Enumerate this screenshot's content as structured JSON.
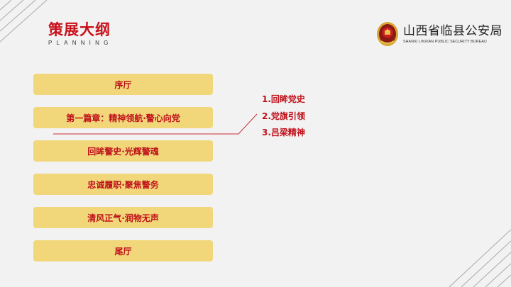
{
  "header": {
    "title_cn": "策展大纲",
    "title_en": "PLANNING"
  },
  "brand": {
    "name_cn": "山西省临县公安局",
    "name_en": "SHANXI LINXIAN PUBLIC SECURITY BUREAU",
    "emblem_icon": "police-emblem-icon"
  },
  "menu": {
    "items": [
      {
        "label": "序厅"
      },
      {
        "label": "第一篇章：精神领航·警心向党"
      },
      {
        "label": "回眸警史·光辉警魂"
      },
      {
        "label": "忠诚履职·聚焦警务"
      },
      {
        "label": "清风正气·润物无声"
      },
      {
        "label": "尾厅"
      }
    ]
  },
  "submenu": {
    "items": [
      {
        "label": "1.回眸党史"
      },
      {
        "label": "2.党旗引领"
      },
      {
        "label": "3.吕梁精神"
      }
    ]
  },
  "colors": {
    "accent_red": "#c0101a",
    "button_yellow": "#f1d77a",
    "background": "#f2f2f2",
    "connector_line": "#c8303a"
  }
}
